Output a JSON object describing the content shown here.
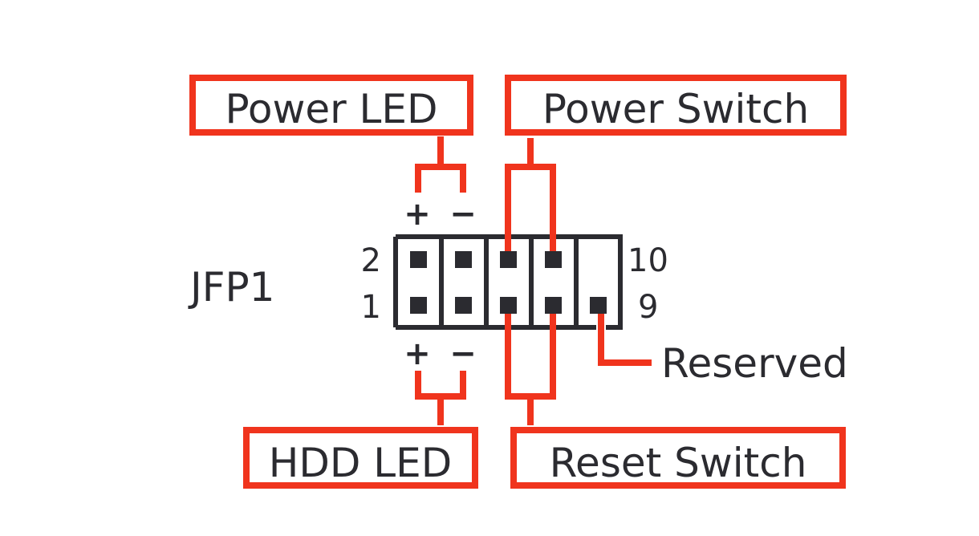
{
  "header": {
    "name": "JFP1"
  },
  "pin_numbers": {
    "top_left": "2",
    "bottom_left": "1",
    "top_right": "10",
    "bottom_right": "9"
  },
  "labels": {
    "power_led": "Power LED",
    "power_switch": "Power Switch",
    "hdd_led": "HDD LED",
    "reset_switch": "Reset Switch",
    "reserved": "Reserved"
  },
  "polarity": {
    "power_led_plus": "+",
    "power_led_minus": "−",
    "hdd_led_plus": "+",
    "hdd_led_minus": "−"
  },
  "colors": {
    "accent": "#f0341d",
    "ink": "#2b2b30",
    "background": "#ffffff"
  }
}
